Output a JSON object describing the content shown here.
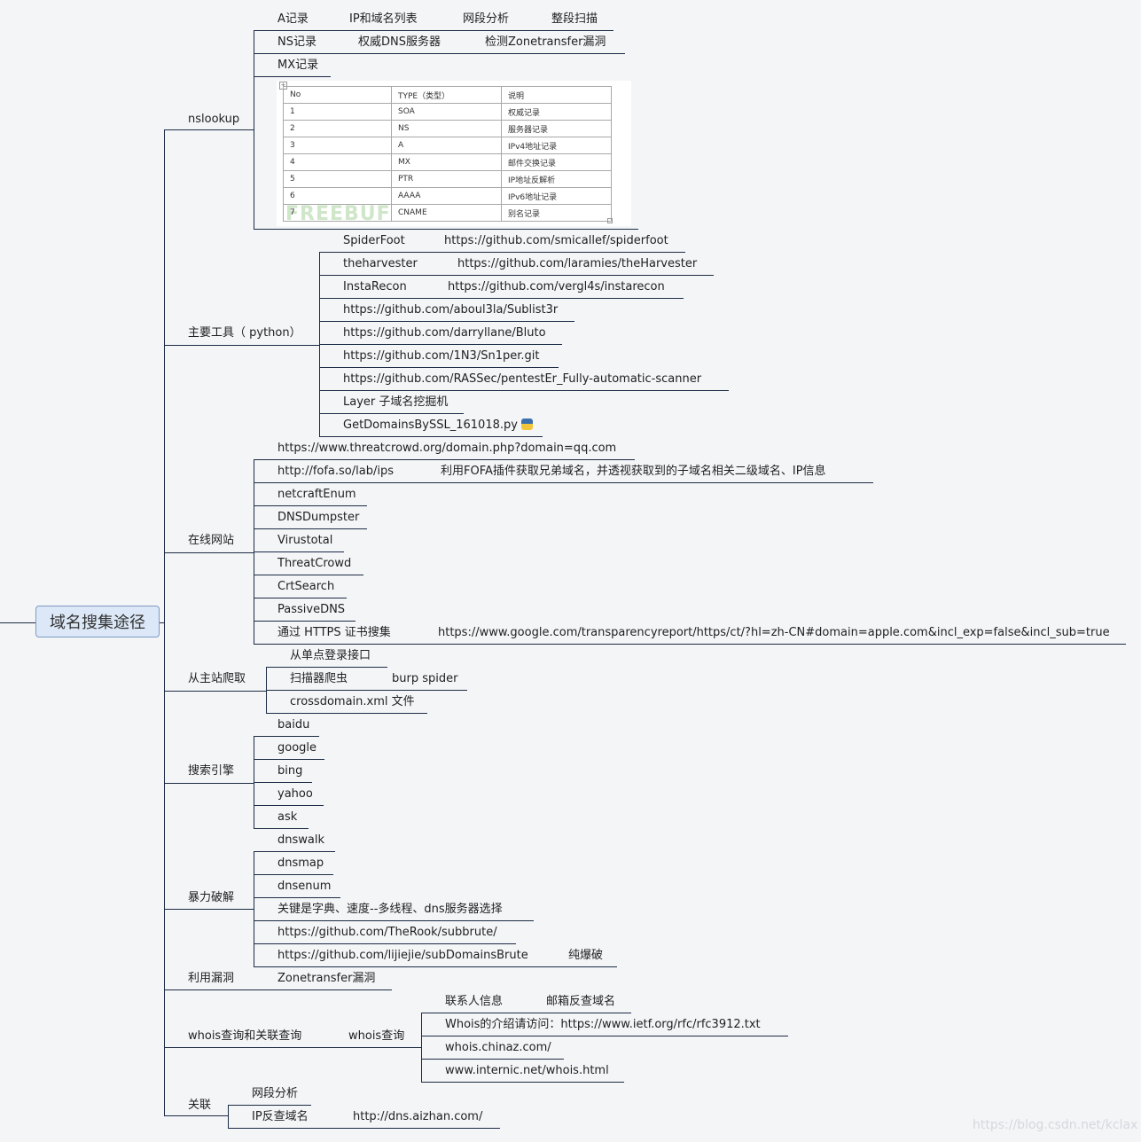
{
  "root": "域名搜集途径",
  "nslookup": {
    "label": "nslookup",
    "records": [
      [
        "A记录",
        "IP和域名列表",
        "网段分析",
        "整段扫描"
      ],
      [
        "NS记录",
        "权威DNS服务器",
        "检测Zonetransfer漏洞"
      ],
      [
        "MX记录"
      ]
    ],
    "table": {
      "header": [
        "No",
        "TYPE（类型）",
        "说明"
      ],
      "rows": [
        [
          "1",
          "SOA",
          "权威记录"
        ],
        [
          "2",
          "NS",
          "服务器记录"
        ],
        [
          "3",
          "A",
          "IPv4地址记录"
        ],
        [
          "4",
          "MX",
          "邮件交换记录"
        ],
        [
          "5",
          "PTR",
          "IP地址反解析"
        ],
        [
          "6",
          "AAAA",
          "IPv6地址记录"
        ],
        [
          "7",
          "CNAME",
          "别名记录"
        ]
      ],
      "watermark": "FREEBUF"
    }
  },
  "tools": {
    "label": "主要工具（ python）",
    "items": [
      [
        "SpiderFoot",
        "https://github.com/smicallef/spiderfoot"
      ],
      [
        "theharvester",
        "https://github.com/laramies/theHarvester"
      ],
      [
        "InstaRecon",
        "https://github.com/vergl4s/instarecon"
      ],
      [
        "https://github.com/aboul3la/Sublist3r"
      ],
      [
        "https://github.com/darryllane/Bluto"
      ],
      [
        "https://github.com/1N3/Sn1per.git"
      ],
      [
        "https://github.com/RASSec/pentestEr_Fully-automatic-scanner"
      ],
      [
        "Layer 子域名挖掘机"
      ],
      [
        "GetDomainsBySSL_161018.py"
      ]
    ],
    "py_icon": "python-file-icon"
  },
  "online": {
    "label": "在线网站",
    "items": [
      [
        "https://www.threatcrowd.org/domain.php?domain=qq.com"
      ],
      [
        "http://fofa.so/lab/ips",
        "利用FOFA插件获取兄弟域名，并透视获取到的子域名相关二级域名、IP信息"
      ],
      [
        "netcraftEnum"
      ],
      [
        "DNSDumpster"
      ],
      [
        "Virustotal"
      ],
      [
        "ThreatCrowd"
      ],
      [
        "CrtSearch"
      ],
      [
        "PassiveDNS"
      ],
      [
        "通过 HTTPS 证书搜集",
        "https://www.google.com/transparencyreport/https/ct/?hl=zh-CN#domain=apple.com&incl_exp=false&incl_sub=true"
      ]
    ]
  },
  "crawl": {
    "label": "从主站爬取",
    "items": [
      [
        "从单点登录接口"
      ],
      [
        "扫描器爬虫",
        "burp spider"
      ],
      [
        "crossdomain.xml 文件"
      ]
    ]
  },
  "search": {
    "label": "搜索引擎",
    "items": [
      "baidu",
      "google",
      "bing",
      "yahoo",
      "ask"
    ]
  },
  "brute": {
    "label": "暴力破解",
    "items": [
      [
        "dnswalk"
      ],
      [
        "dnsmap"
      ],
      [
        "dnsenum"
      ],
      [
        "关键是字典、速度--多线程、dns服务器选择"
      ],
      [
        "https://github.com/TheRook/subbrute/"
      ],
      [
        "https://github.com/lijiejie/subDomainsBrute",
        "纯爆破"
      ]
    ]
  },
  "vuln": {
    "label": "利用漏洞",
    "item": "Zonetransfer漏洞"
  },
  "whois": {
    "label": "whois查询和关联查询",
    "sub": "whois查询",
    "items": [
      [
        "联系人信息",
        "邮箱反查域名"
      ],
      [
        "Whois的介绍请访问：https://www.ietf.org/rfc/rfc3912.txt"
      ],
      [
        "whois.chinaz.com/"
      ],
      [
        "www.internic.net/whois.html"
      ]
    ]
  },
  "assoc": {
    "label": "关联",
    "items": [
      [
        "网段分析"
      ],
      [
        "IP反查域名",
        "http://dns.aizhan.com/"
      ]
    ]
  },
  "watermark": "https://blog.csdn.net/kclax",
  "colors": {
    "line": "#1c2b45",
    "root_fill": "#dce8f7",
    "root_border": "#7d9bc4"
  }
}
